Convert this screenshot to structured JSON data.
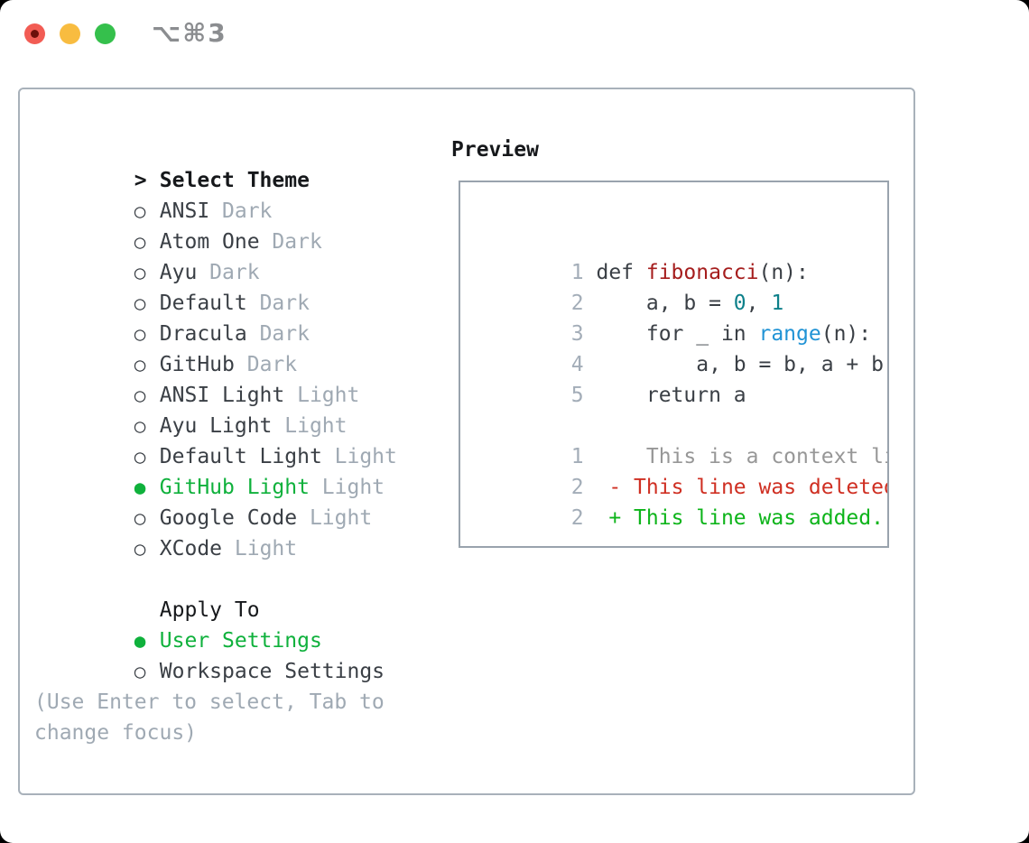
{
  "titlebar": {
    "shortcut": "⌥⌘3"
  },
  "colors": {
    "accent-green": "#0fb13c",
    "diff-added": "#0db41a",
    "diff-deleted": "#cf2f22",
    "context-gray": "#979797",
    "func-red": "#a51d1d",
    "literal-teal": "#0d808a",
    "call-blue": "#2093d5",
    "text-dark": "#3a3f45",
    "text-black": "#16181b",
    "muted-gray": "#9fa9b3",
    "line-number": "#a3adb8",
    "panel-border": "#a8b1ba",
    "preview-border": "#99a3ad",
    "traffic-red": "#f25c54",
    "traffic-yellow": "#f8bc40",
    "traffic-green": "#35c04c",
    "traffic-dot": "#6d0f0a",
    "shortcut-gray": "#8b8d90"
  },
  "theme_picker": {
    "title": "Select Theme",
    "prompt_marker": ">",
    "themes": [
      {
        "marker": "○",
        "name": "ANSI",
        "variant": "Dark",
        "selected": false
      },
      {
        "marker": "○",
        "name": "Atom One",
        "variant": "Dark",
        "selected": false
      },
      {
        "marker": "○",
        "name": "Ayu",
        "variant": "Dark",
        "selected": false
      },
      {
        "marker": "○",
        "name": "Default",
        "variant": "Dark",
        "selected": false
      },
      {
        "marker": "○",
        "name": "Dracula",
        "variant": "Dark",
        "selected": false
      },
      {
        "marker": "○",
        "name": "GitHub",
        "variant": "Dark",
        "selected": false
      },
      {
        "marker": "○",
        "name": "ANSI Light",
        "variant": "Light",
        "selected": false
      },
      {
        "marker": "○",
        "name": "Ayu Light",
        "variant": "Light",
        "selected": false
      },
      {
        "marker": "○",
        "name": "Default Light",
        "variant": "Light",
        "selected": false
      },
      {
        "marker": "●",
        "name": "GitHub Light",
        "variant": "Light",
        "selected": true
      },
      {
        "marker": "○",
        "name": "Google Code",
        "variant": "Light",
        "selected": false
      },
      {
        "marker": "○",
        "name": "XCode",
        "variant": "Light",
        "selected": false
      }
    ],
    "apply_to": {
      "title": "Apply To",
      "options": [
        {
          "marker": "●",
          "label": "User Settings",
          "selected": true
        },
        {
          "marker": "○",
          "label": "Workspace Settings",
          "selected": false
        }
      ]
    },
    "hint_line1": "(Use Enter to select, Tab to",
    "hint_line2": "change focus)"
  },
  "preview": {
    "title": "Preview",
    "code_lines": [
      {
        "num": "1",
        "segments": [
          {
            "cls": "plain",
            "text": "def "
          },
          {
            "cls": "func",
            "text": "fibonacci"
          },
          {
            "cls": "plain",
            "text": "(n):"
          }
        ]
      },
      {
        "num": "2",
        "segments": [
          {
            "cls": "plain",
            "text": "    a, b = "
          },
          {
            "cls": "lit",
            "text": "0"
          },
          {
            "cls": "plain",
            "text": ", "
          },
          {
            "cls": "lit",
            "text": "1"
          }
        ]
      },
      {
        "num": "3",
        "segments": [
          {
            "cls": "plain",
            "text": "    for _ in "
          },
          {
            "cls": "call",
            "text": "range"
          },
          {
            "cls": "plain",
            "text": "(n):"
          }
        ]
      },
      {
        "num": "4",
        "segments": [
          {
            "cls": "plain",
            "text": "        a, b = b, a + b"
          }
        ]
      },
      {
        "num": "5",
        "segments": [
          {
            "cls": "plain",
            "text": "    return a"
          }
        ]
      }
    ],
    "diff_lines": [
      {
        "num": "1",
        "segments": [
          {
            "cls": "ctx",
            "text": "    This is a context line."
          }
        ]
      },
      {
        "num": "2",
        "segments": [
          {
            "cls": "plain",
            "text": " "
          },
          {
            "cls": "del",
            "text": "- This line was deleted."
          }
        ]
      },
      {
        "num": "2",
        "segments": [
          {
            "cls": "plain",
            "text": " "
          },
          {
            "cls": "add",
            "text": "+ This line was added."
          }
        ]
      }
    ]
  }
}
